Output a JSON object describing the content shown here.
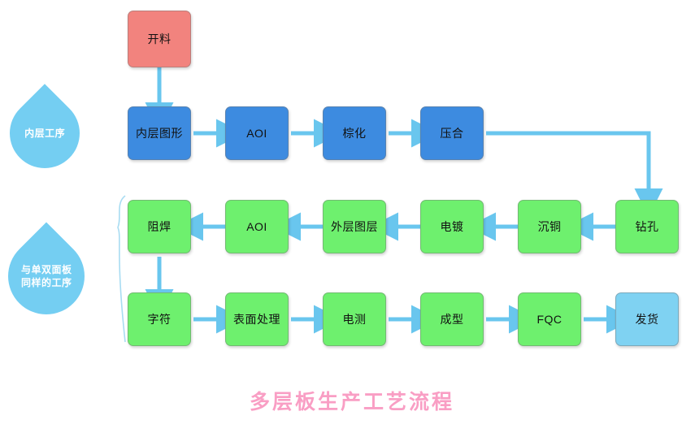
{
  "diagram": {
    "title": "多层板生产工艺流程",
    "title_color": "#F99EC4",
    "background": "#FFFFFF",
    "colors": {
      "start": "#F2837E",
      "inner_process": "#3D8BE0",
      "common_process": "#6EF06E",
      "shipping": "#7FD2F2",
      "arrow": "#69C6EE",
      "label_balloon": "#74CEF2",
      "brace": "#A8DCF2"
    },
    "stage_labels": [
      {
        "id": "inner-layer-stage",
        "text": "内层工序"
      },
      {
        "id": "common-stage",
        "text": "与单双面板\n同样的工序"
      }
    ],
    "rows": [
      {
        "id": "row-start",
        "nodes": [
          {
            "id": "kailiao",
            "label": "开料",
            "color": "red"
          }
        ]
      },
      {
        "id": "row-inner",
        "direction": "left-to-right",
        "nodes": [
          {
            "id": "neicengtuxing",
            "label": "内层图形",
            "color": "blue"
          },
          {
            "id": "aoi-inner",
            "label": "AOI",
            "color": "blue"
          },
          {
            "id": "zonghua",
            "label": "棕化",
            "color": "blue"
          },
          {
            "id": "yahe",
            "label": "压合",
            "color": "blue"
          }
        ]
      },
      {
        "id": "row-middle",
        "direction": "right-to-left",
        "nodes": [
          {
            "id": "zuhan",
            "label": "阻焊",
            "color": "green"
          },
          {
            "id": "aoi-outer",
            "label": "AOI",
            "color": "green"
          },
          {
            "id": "waicengtuceng",
            "label": "外层图层",
            "color": "green"
          },
          {
            "id": "diandu",
            "label": "电镀",
            "color": "green"
          },
          {
            "id": "chentong",
            "label": "沉铜",
            "color": "green"
          },
          {
            "id": "zuankong",
            "label": "钻孔",
            "color": "green"
          }
        ]
      },
      {
        "id": "row-bottom",
        "direction": "left-to-right",
        "nodes": [
          {
            "id": "zifu",
            "label": "字符",
            "color": "green"
          },
          {
            "id": "biaomianchuli",
            "label": "表面处理",
            "color": "green"
          },
          {
            "id": "dience",
            "label": "电测",
            "color": "green"
          },
          {
            "id": "chengxing",
            "label": "成型",
            "color": "green"
          },
          {
            "id": "fqc",
            "label": "FQC",
            "color": "green"
          },
          {
            "id": "fahuo",
            "label": "发货",
            "color": "cyan"
          }
        ]
      }
    ]
  }
}
